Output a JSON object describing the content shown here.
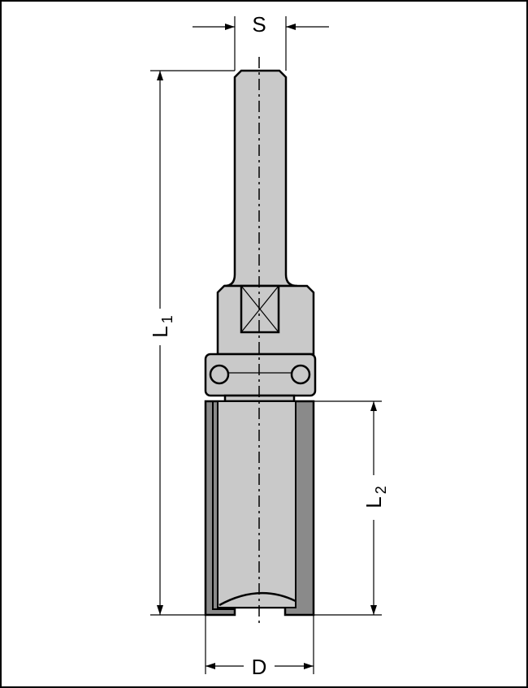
{
  "diagram": {
    "labels": {
      "shank_diameter": "S",
      "total_length": {
        "main": "L",
        "sub": "1"
      },
      "cutting_length": {
        "main": "L",
        "sub": "2"
      },
      "cutting_diameter": "D"
    },
    "colors": {
      "body": "#c9c9c9",
      "cutter_edge": "#8a8a8a",
      "line": "#000000"
    }
  }
}
